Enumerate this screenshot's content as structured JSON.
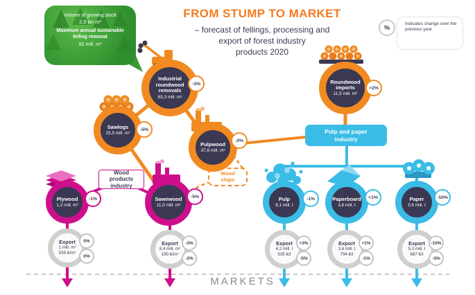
{
  "colors": {
    "orange": "#F18A21",
    "title_orange": "#F47B20",
    "magenta": "#CE0F8C",
    "blue": "#3BBCE6",
    "navy": "#3A3852",
    "green": "#3FA13A",
    "gray": "#C6C6C6"
  },
  "header": {
    "title": "FROM STUMP TO MARKET",
    "subtitle1": "– forecast of fellings, processing and",
    "subtitle2": "export of forest industry",
    "subtitle3": "products 2020"
  },
  "legend": {
    "symbol": "%",
    "note": "Indicates change over the previous year"
  },
  "bubble": {
    "label1": "Volume of growing stock",
    "value1": "2,5 bn m³",
    "label2": "Maximum annual sustainable felling removal",
    "value2": "82 mill. m³"
  },
  "industry": {
    "wood_products": "Wood products industry",
    "pulp_paper": "Pulp and paper industry",
    "wood_chips": "Wood chips"
  },
  "nodes": {
    "industrial_roundwood": {
      "label": "Industrial roundwood removals",
      "value": "63,3 mill. m³",
      "change": "-3%"
    },
    "sawlogs": {
      "label": "Sawlogs",
      "value": "25,5 mill. m³",
      "change": "-5%"
    },
    "pulpwood": {
      "label": "Pulpwood",
      "value": "37,8 mill. m³",
      "change": "-2%"
    },
    "roundwood_imports": {
      "label": "Roundwood imports",
      "value": "11,5 mill. m³",
      "change": "+2%"
    },
    "plywood": {
      "label": "Plywood",
      "value": "1,2 mill. m³",
      "change": "-1%"
    },
    "sawnwood": {
      "label": "Sawnwood",
      "value": "11,0 mill. m³",
      "change": "-5%"
    },
    "pulp": {
      "label": "Pulp",
      "value": "8,1 mill. t",
      "change": "-1%"
    },
    "paperboard": {
      "label": "Paperboard",
      "value": "3,8 mill. t",
      "change": "+1%"
    },
    "paper": {
      "label": "Paper",
      "value": "5,6 mill. t",
      "change": "-10%"
    }
  },
  "exports": {
    "plywood": {
      "label": "Export",
      "volume": "1 mill. m³",
      "price": "559 €/m³",
      "volume_change": "0%",
      "price_change": "0%"
    },
    "sawnwood": {
      "label": "Export",
      "volume": "8,4 mill. m³",
      "price": "190 €/m³",
      "volume_change": "-3%",
      "price_change": "-2%"
    },
    "pulp": {
      "label": "Export",
      "volume": "4,2 mill. t",
      "price": "535 €/t",
      "volume_change": "+3%",
      "price_change": "-5%"
    },
    "paperboard": {
      "label": "Export",
      "volume": "3,6 mill. t",
      "price": "794 €/t",
      "volume_change": "+1%",
      "price_change": "-1%"
    },
    "paper": {
      "label": "Export",
      "volume": "5,3 mill. t",
      "price": "687 €/t",
      "volume_change": "-10%",
      "price_change": "-3%"
    }
  },
  "footer": {
    "markets": "MARKETS"
  },
  "icons": [
    "forest-icon",
    "harvester-icon",
    "logs-pile-icon",
    "factory-icon",
    "imported-logs-icon",
    "plywood-stack-icon",
    "sawmill-icon",
    "pulp-splash-icon",
    "paperboard-sheet-icon",
    "paper-rolls-icon",
    "percent-icon",
    "down-arrow-icon"
  ]
}
